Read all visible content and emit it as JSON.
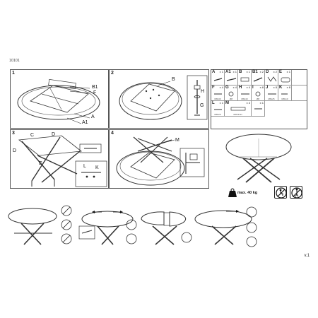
{
  "document": {
    "code": "10101",
    "version": "v.1"
  },
  "steps": [
    {
      "number": "1",
      "labels": [
        "B1",
        "F",
        "A",
        "A1"
      ]
    },
    {
      "number": "2",
      "labels": [
        "B",
        "H",
        "G"
      ]
    },
    {
      "number": "3",
      "labels": [
        "C",
        "D",
        "D",
        "E",
        "K",
        "L"
      ]
    },
    {
      "number": "4",
      "labels": [
        "M"
      ]
    }
  ],
  "parts": [
    {
      "letter": "A",
      "qty": "x 1",
      "desc": ""
    },
    {
      "letter": "A1",
      "qty": "x 1",
      "desc": ""
    },
    {
      "letter": "B",
      "qty": "x 1",
      "desc": ""
    },
    {
      "letter": "B1",
      "qty": "x 2",
      "desc": ""
    },
    {
      "letter": "D",
      "qty": "x 2",
      "desc": ""
    },
    {
      "letter": "E",
      "qty": "x 1",
      "desc": ""
    },
    {
      "letter": "F",
      "qty": "x 4",
      "desc": "M8x30"
    },
    {
      "letter": "G",
      "qty": "x 4",
      "desc": "Ø8"
    },
    {
      "letter": "H",
      "qty": "x 4",
      "desc": "M8x40"
    },
    {
      "letter": "I",
      "qty": "x 8",
      "desc": "Ø8"
    },
    {
      "letter": "J",
      "qty": "x 8",
      "desc": "M8x25"
    },
    {
      "letter": "K",
      "qty": "x 8",
      "desc": "M8x10"
    },
    {
      "letter": "L",
      "qty": "x 1",
      "desc": "M8x20"
    },
    {
      "letter": "M",
      "qty": "x 4",
      "desc": "4x8x3mm"
    },
    {
      "letter": "",
      "qty": "x 1",
      "desc": ""
    }
  ],
  "load": {
    "text": "max. 40 kg"
  },
  "icons": [
    "weight-icon",
    "no-sit-icon",
    "no-stand-icon"
  ]
}
